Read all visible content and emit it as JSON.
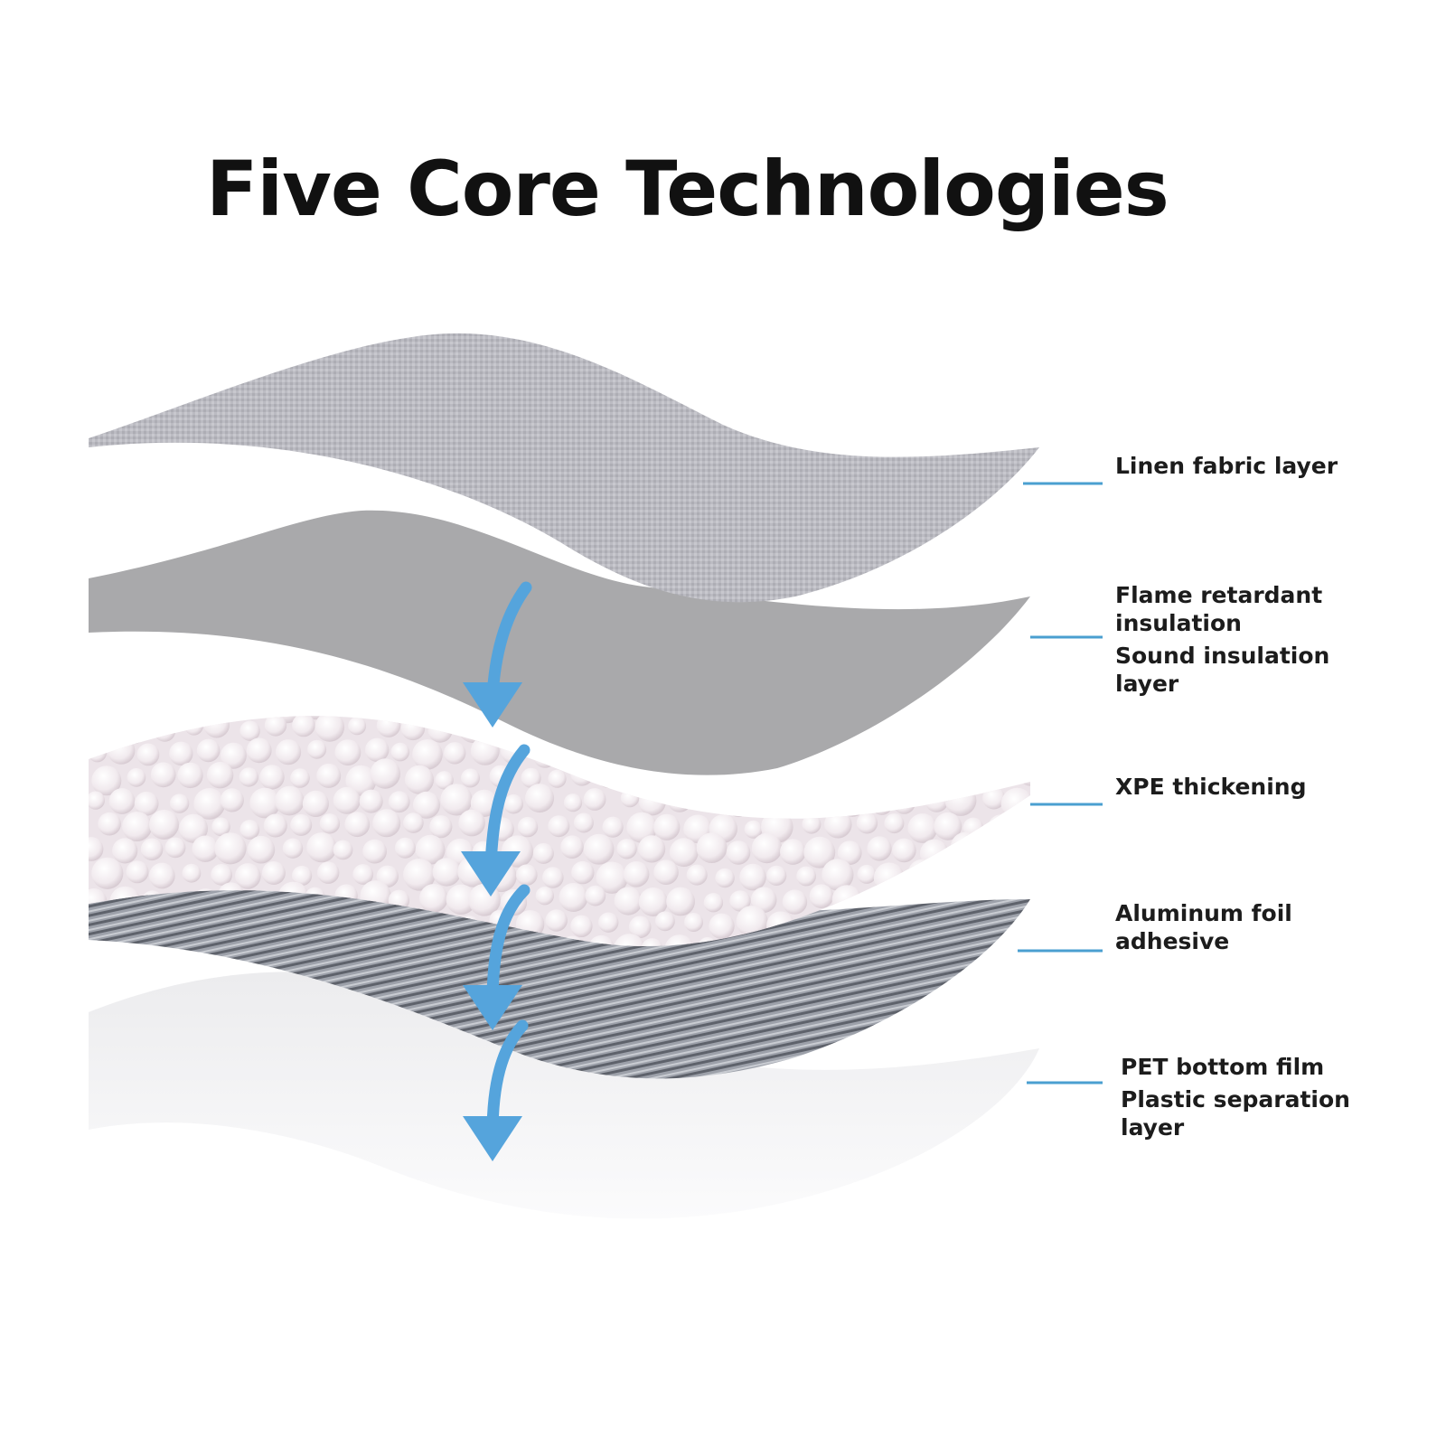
{
  "title": "Five Core Technologies",
  "colors": {
    "background": "#ffffff",
    "title": "#111111",
    "label_text": "#1c1c1c",
    "leader_line": "#4a9fd0",
    "arrow": "#55a4dc",
    "linen_layer": "#b9b9c0",
    "gray_layer": "#aaaaaa",
    "foam_layer": "#ece3e8",
    "foil_layer": "#8f939c",
    "film_layer": "#f5f5f6"
  },
  "layers": [
    {
      "name": "linen",
      "lines": [
        "Linen fabric layer"
      ]
    },
    {
      "name": "flame-sound",
      "lines": [
        "Flame retardant",
        "insulation",
        "Sound insulation",
        "layer"
      ]
    },
    {
      "name": "xpe",
      "lines": [
        "XPE thickening"
      ]
    },
    {
      "name": "foil",
      "lines": [
        "Aluminum foil",
        "adhesive"
      ]
    },
    {
      "name": "pet",
      "lines": [
        "PET bottom film",
        "Plastic separation",
        "layer"
      ]
    }
  ]
}
